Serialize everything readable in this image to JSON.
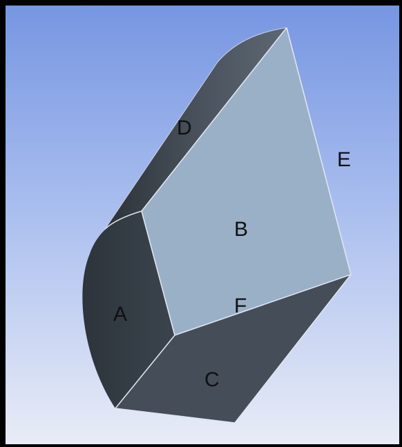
{
  "labels": {
    "a": "A",
    "b": "B",
    "c": "C",
    "d": "D",
    "e": "E",
    "f": "F"
  },
  "colors": {
    "background_top": "#7796e2",
    "background_bottom": "#e9ecf7",
    "face_a": "#353d45",
    "face_b": "#9ab0c6",
    "face_c": "#454d58",
    "face_d": "#3e464f",
    "edge": "#dfe5ee"
  }
}
